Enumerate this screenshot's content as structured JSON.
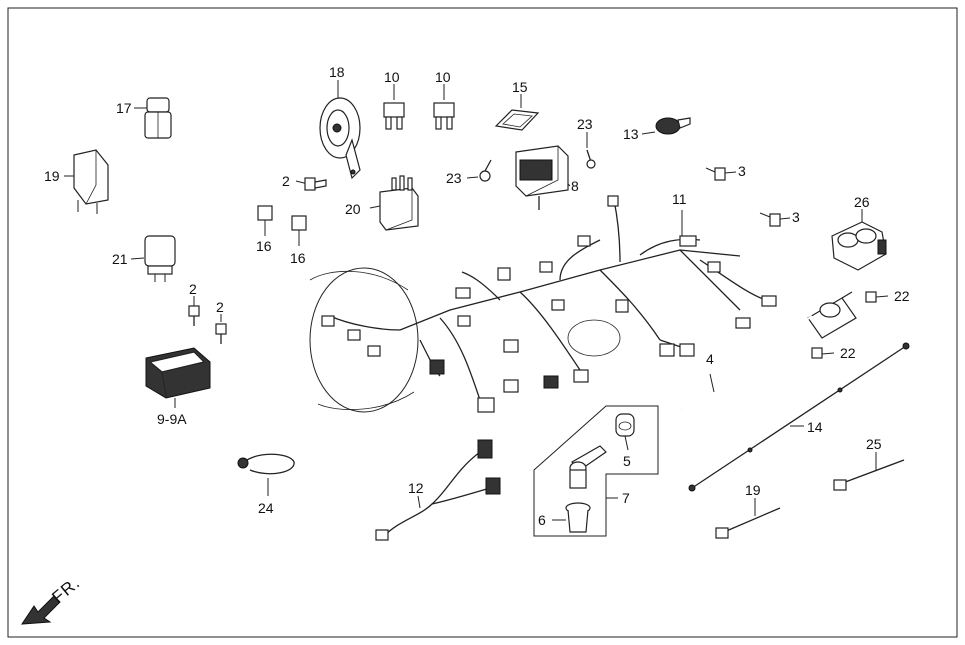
{
  "diagram": {
    "callouts": [
      "18",
      "10",
      "10",
      "15",
      "17",
      "19",
      "2",
      "20",
      "23",
      "23",
      "13",
      "8",
      "3",
      "3",
      "11",
      "26",
      "16",
      "16",
      "21",
      "2",
      "2",
      "22",
      "22",
      "4",
      "9-9A",
      "14",
      "5",
      "7",
      "6",
      "25",
      "24",
      "12",
      "19"
    ],
    "direction_label": "FR."
  }
}
